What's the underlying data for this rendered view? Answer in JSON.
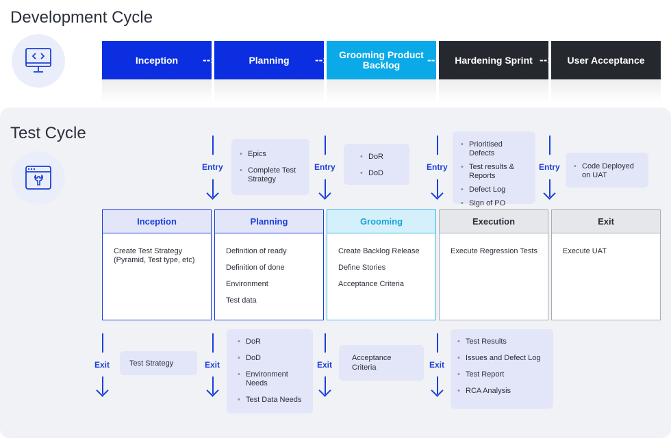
{
  "dev_cycle": {
    "title": "Development Cycle",
    "icon": "monitor-code-icon",
    "steps": [
      {
        "label": "Inception",
        "color": "#0a2ee0"
      },
      {
        "label": "Planning",
        "color": "#0a2ee0"
      },
      {
        "label": "Grooming Product Backlog",
        "color": "#0aaae8"
      },
      {
        "label": "Hardening Sprint",
        "color": "#262830"
      },
      {
        "label": "User Acceptance",
        "color": "#262830"
      }
    ],
    "connector": "--›"
  },
  "test_cycle": {
    "title": "Test Cycle",
    "icon": "browser-wrench-icon",
    "entry_label": "Entry",
    "exit_label": "Exit",
    "entry_notes": [
      {
        "items": [
          "Epics",
          "Complete Test Strategy"
        ]
      },
      {
        "items": [
          "DoR",
          "DoD"
        ]
      },
      {
        "items": [
          "Prioritised Defects",
          "Test results & Reports",
          "Defect Log",
          "Sign of PO"
        ]
      },
      {
        "items": [
          "Code Deployed on UAT"
        ]
      }
    ],
    "phases": [
      {
        "title": "Inception",
        "items": [
          "Create Test Strategy (Pyramid, Test type, etc)"
        ],
        "accent": "#1a3fd9",
        "header_bg": "#e3e5f8",
        "header_text": "#1a3fd9"
      },
      {
        "title": "Planning",
        "items": [
          "Definition of ready",
          "Definition of done",
          "Environment",
          "Test data"
        ],
        "accent": "#1a3fd9",
        "header_bg": "#e3e5f8",
        "header_text": "#1a3fd9"
      },
      {
        "title": "Grooming",
        "items": [
          "Create Backlog Release",
          "Define Stories",
          "Acceptance Criteria"
        ],
        "accent": "#35b8e8",
        "header_bg": "#d3f0fb",
        "header_text": "#1aa3dc"
      },
      {
        "title": "Execution",
        "items": [
          "Execute Regression Tests"
        ],
        "accent": "#a9abb3",
        "header_bg": "#e6e7eb",
        "header_text": "#2a2f3a"
      },
      {
        "title": "Exit",
        "items": [
          "Execute UAT"
        ],
        "accent": "#a9abb3",
        "header_bg": "#e6e7eb",
        "header_text": "#2a2f3a"
      }
    ],
    "exit_notes": [
      {
        "text": "Test Strategy"
      },
      {
        "items": [
          "DoR",
          "DoD",
          "Environment Needs",
          "Test Data Needs"
        ]
      },
      {
        "text": "Acceptance Criteria"
      },
      {
        "items": [
          "Test Results",
          "Issues and Defect Log",
          "Test Report",
          "RCA Analysis"
        ]
      }
    ]
  }
}
